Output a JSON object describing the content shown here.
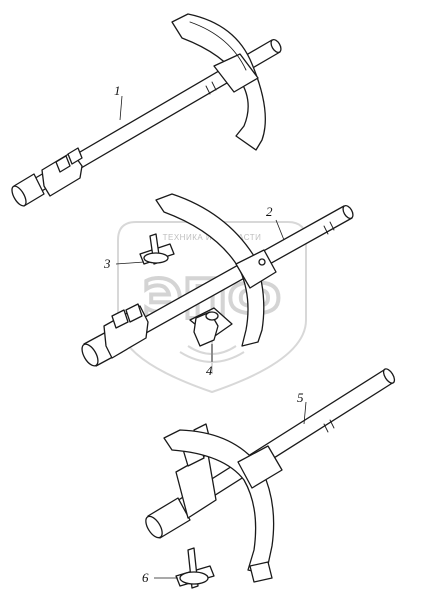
{
  "watermark": {
    "top_text": "ТЕХНИКА И ЗАПЧАСТИ",
    "logo_text": "ЭПФ"
  },
  "callouts": [
    "1",
    "2",
    "3",
    "4",
    "5",
    "6"
  ],
  "colors": {
    "line": "#1a1a1a",
    "watermark": "#d0d0d0",
    "background": "#ffffff"
  }
}
